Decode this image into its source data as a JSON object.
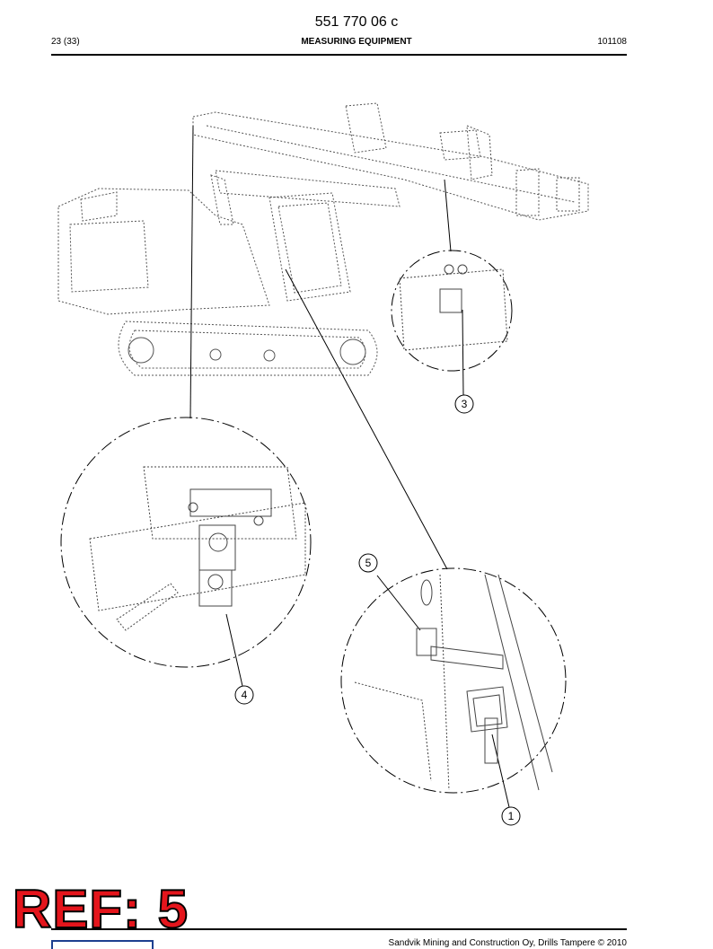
{
  "header": {
    "doc_number": "551 770 06 c",
    "page": "23 (33)",
    "title": "MEASURING EQUIPMENT",
    "date": "101108"
  },
  "drawing": {
    "callouts": [
      {
        "number": "1"
      },
      {
        "number": "3"
      },
      {
        "number": "4"
      },
      {
        "number": "5"
      }
    ]
  },
  "stamp": {
    "text": "REF: 5"
  },
  "footer": {
    "copyright": "Sandvik Mining and Construction Oy, Drills Tampere © 2010"
  }
}
